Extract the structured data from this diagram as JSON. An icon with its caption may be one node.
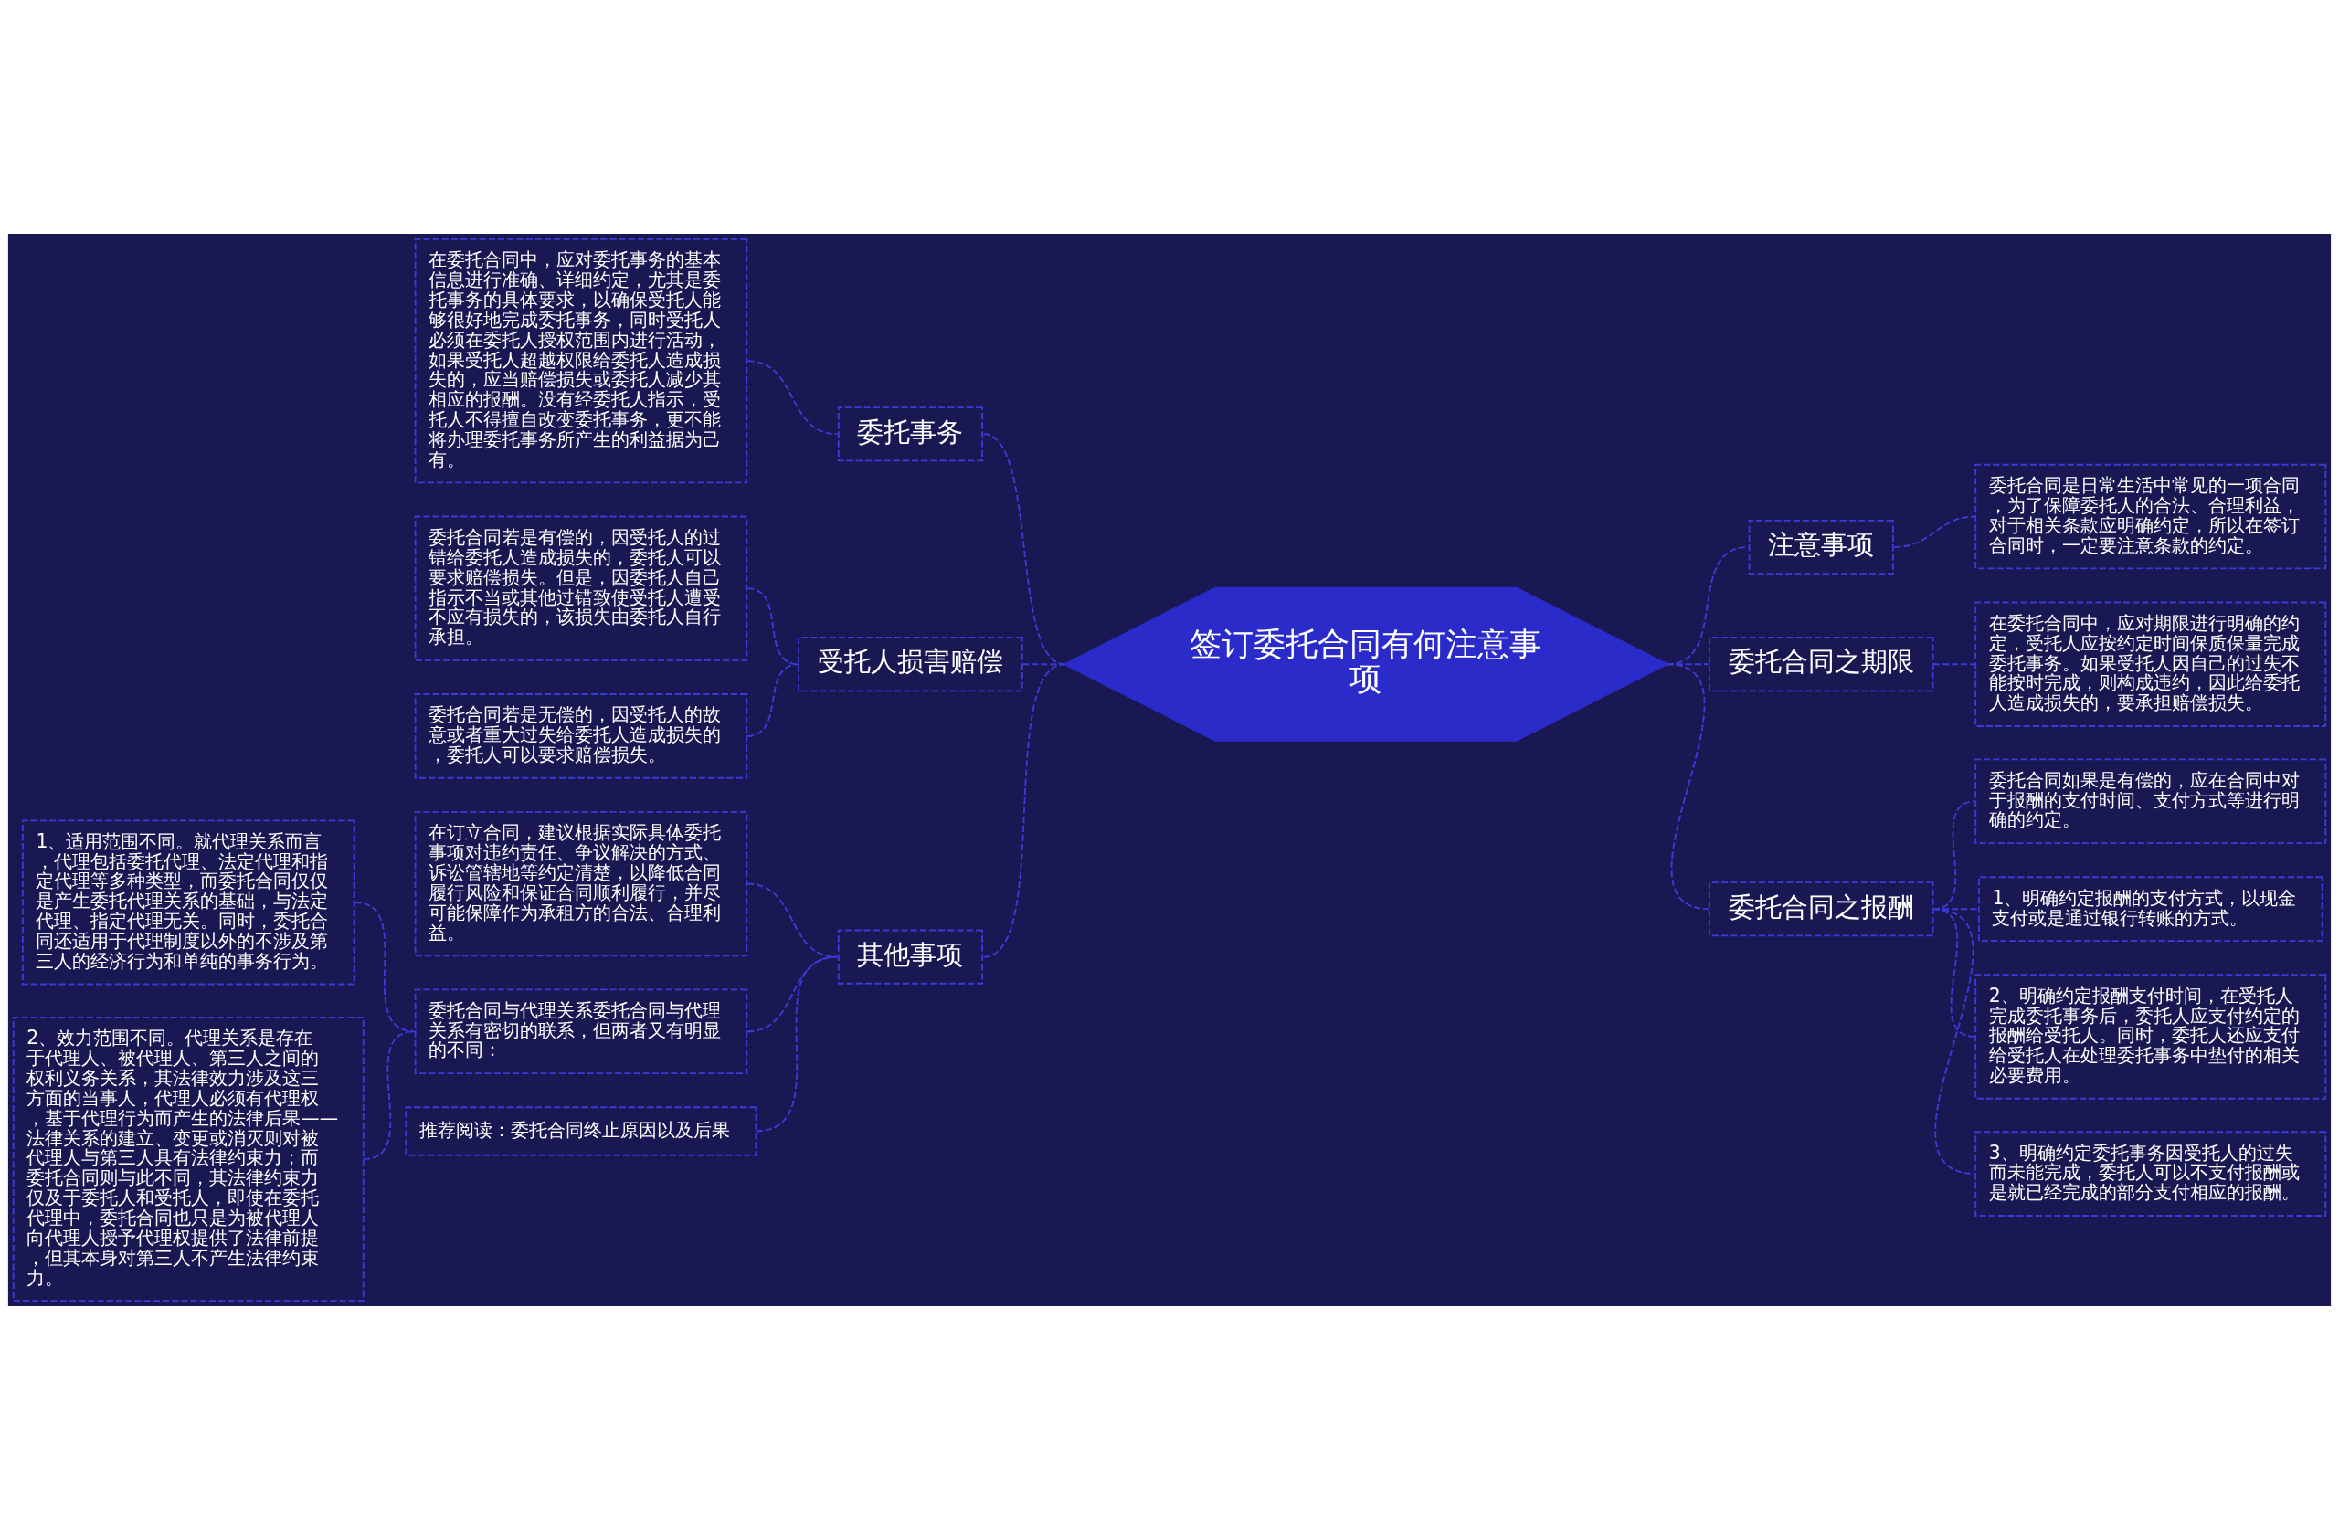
{
  "diagram": {
    "nodes": [
      {
        "text": [
          "签订委托合同有何注意事项"
        ]
      },
      {
        "text": [
          "委托事务"
        ]
      },
      {
        "text": [
          "在委托合同中，应对委托事务的基本信息进行准确、详细约定，尤其是委托事务的具体要求，以确保受托人能够很好地完成委托事务，同时受托人必须在委托人授权范围内进行活动，如果受托人超越权限给委托人造成损失的，应当赔偿损失或委托人减少其相应的报酬。没有经委托人指示，受托人不得擅自改变委托事务，更不能将办理委托事务所产生的利益据为己有。"
        ]
      },
      {
        "text": [
          "受托人损害赔偿"
        ]
      },
      {
        "text": [
          "委托合同若是有偿的，因受托人的过错给委托人造成损失的，委托人可以要求赔偿损失。但是，因委托人自己指示不当或其他过错致使受托人遭受不应有损失的，该损失由委托人自行承担。"
        ]
      },
      {
        "text": [
          "委托合同若是无偿的，因受托人的故意或者重大过失给委托人造成损失的，委托人可以要求赔偿损失。"
        ]
      },
      {
        "text": [
          "其他事项"
        ]
      },
      {
        "text": [
          "在订立合同，建议根据实际具体委托事项对违约责任、争议解决的方式、诉讼管辖地等约定清楚，以降低合同履行风险和保证合同顺利履行，并尽可能保障作为承租方的合法、合理利益。"
        ]
      },
      {
        "text": [
          "委托合同与代理关系委托合同与代理关系有密切的联系，但两者又有明显的不同："
        ]
      },
      {
        "text": [
          "1、适用范围不同。就代理关系而言，代理包括委托代理、法定代理和指定代理等多种类型，而委托合同仅仅是产生委托代理关系的基础，与法定代理、指定代理无关。同时，委托合同还适用于代理制度以外的不涉及第三人的经济行为和单纯的事务行为。"
        ]
      },
      {
        "text": [
          "2、效力范围不同。代理关系是存在于代理人、被代理人、第三人之间的权利义务关系，其法律效力涉及这三方面的当事人，代理人必须有代理权，基于代理行为而产生的法律后果——法律关系的建立、变更或消灭则对被代理人与第三人具有法律约束力；而委托合同则与此不同，其法律约束力仅及于委托人和受托人，即使在委托代理中，委托合同也只是为被代理人向代理人授予代理权提供了法律前提，但其本身对第三人不产生法律约束力。"
        ]
      },
      {
        "text": [
          "推荐阅读：委托合同终止原因以及后果"
        ]
      },
      {
        "text": [
          "注意事项"
        ]
      },
      {
        "text": [
          "委托合同是日常生活中常见的一项合同，为了保障委托人的合法、合理利益，对于相关条款应明确约定，所以在签订合同时，一定要注意条款的约定。"
        ]
      },
      {
        "text": [
          "委托合同之期限"
        ]
      },
      {
        "text": [
          "在委托合同中，应对期限进行明确的约定，受托人应按约定时间保质保量完成委托事务。如果受托人因自己的过失不能按时完成，则构成违约，因此给委托人造成损失的，要承担赔偿损失。"
        ]
      },
      {
        "text": [
          "委托合同之报酬"
        ]
      },
      {
        "text": [
          "委托合同如果是有偿的，应在合同中对于报酬的支付时间、支付方式等进行明确的约定。"
        ]
      },
      {
        "text": [
          "1、明确约定报酬的支付方式，以现金支付或是通过银行转账的方式。"
        ]
      },
      {
        "text": [
          "2、明确约定报酬支付时间，在受托人完成委托事务后，委托人应支付约定的报酬给受托人。同时，委托人还应支付给受托人在处理委托事务中垫付的相关必要费用。"
        ]
      },
      {
        "text": [
          "3、明确约定委托事务因受托人的过失而未能完成，委托人可以不支付报酬或是就已经完成的部分支付相应的报酬。"
        ]
      }
    ],
    "edges": [
      {
        "from": 0,
        "to": 1,
        "arrow": "none",
        "style": "dashed"
      },
      {
        "from": 1,
        "to": 2,
        "arrow": "none",
        "style": "dashed"
      },
      {
        "from": 0,
        "to": 3,
        "arrow": "none",
        "style": "dashed"
      },
      {
        "from": 3,
        "to": 4,
        "arrow": "none",
        "style": "dashed"
      },
      {
        "from": 3,
        "to": 5,
        "arrow": "none",
        "style": "dashed"
      },
      {
        "from": 0,
        "to": 6,
        "arrow": "none",
        "style": "dashed"
      },
      {
        "from": 6,
        "to": 7,
        "arrow": "none",
        "style": "dashed"
      },
      {
        "from": 6,
        "to": 8,
        "arrow": "none",
        "style": "dashed"
      },
      {
        "from": 8,
        "to": 9,
        "arrow": "none",
        "style": "dashed"
      },
      {
        "from": 8,
        "to": 10,
        "arrow": "none",
        "style": "dashed"
      },
      {
        "from": 6,
        "to": 11,
        "arrow": "none",
        "style": "dashed"
      },
      {
        "from": 0,
        "to": 12,
        "arrow": "none",
        "style": "dashed"
      },
      {
        "from": 12,
        "to": 13,
        "arrow": "none",
        "style": "dashed"
      },
      {
        "from": 0,
        "to": 14,
        "arrow": "none",
        "style": "dashed"
      },
      {
        "from": 14,
        "to": 15,
        "arrow": "none",
        "style": "dashed"
      },
      {
        "from": 0,
        "to": 16,
        "arrow": "none",
        "style": "dashed"
      },
      {
        "from": 16,
        "to": 17,
        "arrow": "none",
        "style": "dashed"
      },
      {
        "from": 16,
        "to": 18,
        "arrow": "none",
        "style": "dashed"
      },
      {
        "from": 16,
        "to": 19,
        "arrow": "none",
        "style": "dashed"
      },
      {
        "from": 16,
        "to": 20,
        "arrow": "none",
        "style": "dashed"
      }
    ]
  }
}
